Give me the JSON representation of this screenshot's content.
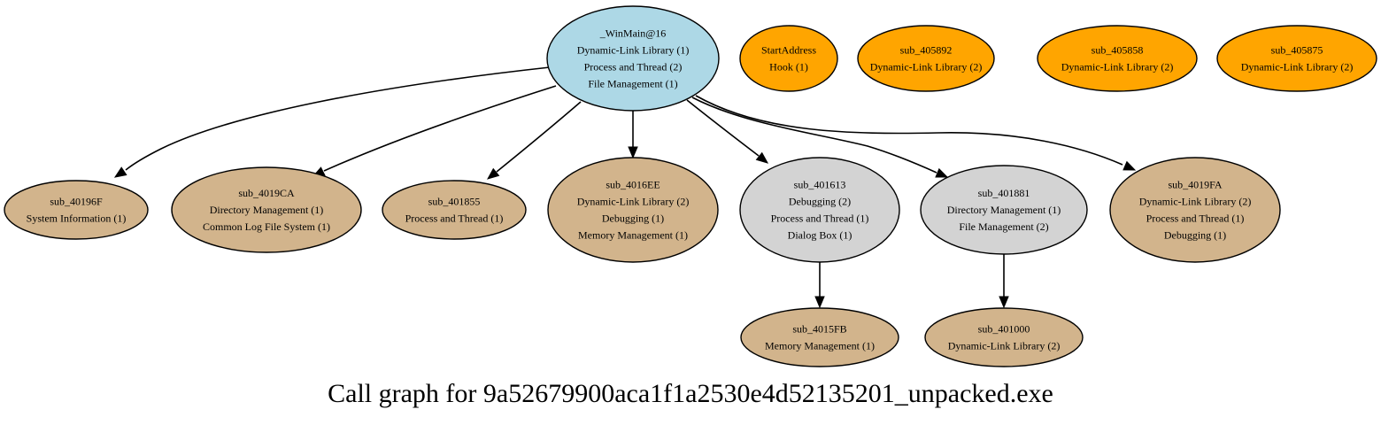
{
  "graph": {
    "title": "Call graph for 9a52679900aca1f1a2530e4d52135201_unpacked.exe",
    "colors": {
      "root": "#add8e6",
      "entry": "#ffa500",
      "leaf": "#d2b48c",
      "intermediate": "#d3d3d3",
      "edge": "#000000"
    },
    "nodes": [
      {
        "id": "_WinMain@16",
        "kind": "root",
        "lines": [
          "_WinMain@16",
          "Dynamic-Link Library (1)",
          "Process and Thread (2)",
          "File Management (1)"
        ]
      },
      {
        "id": "StartAddress",
        "kind": "entry",
        "lines": [
          "StartAddress",
          "Hook (1)"
        ]
      },
      {
        "id": "sub_405892",
        "kind": "entry",
        "lines": [
          "sub_405892",
          "Dynamic-Link Library (2)"
        ]
      },
      {
        "id": "sub_405858",
        "kind": "entry",
        "lines": [
          "sub_405858",
          "Dynamic-Link Library (2)"
        ]
      },
      {
        "id": "sub_405875",
        "kind": "entry",
        "lines": [
          "sub_405875",
          "Dynamic-Link Library (2)"
        ]
      },
      {
        "id": "sub_40196F",
        "kind": "leaf",
        "lines": [
          "sub_40196F",
          "System Information (1)"
        ]
      },
      {
        "id": "sub_4019CA",
        "kind": "leaf",
        "lines": [
          "sub_4019CA",
          "Directory Management (1)",
          "Common Log File System (1)"
        ]
      },
      {
        "id": "sub_401855",
        "kind": "leaf",
        "lines": [
          "sub_401855",
          "Process and Thread (1)"
        ]
      },
      {
        "id": "sub_4016EE",
        "kind": "leaf",
        "lines": [
          "sub_4016EE",
          "Dynamic-Link Library (2)",
          "Debugging (1)",
          "Memory Management (1)"
        ]
      },
      {
        "id": "sub_401613",
        "kind": "intermediate",
        "lines": [
          "sub_401613",
          "Debugging (2)",
          "Process and Thread (1)",
          "Dialog Box (1)"
        ]
      },
      {
        "id": "sub_401881",
        "kind": "intermediate",
        "lines": [
          "sub_401881",
          "Directory Management (1)",
          "File Management (2)"
        ]
      },
      {
        "id": "sub_4019FA",
        "kind": "leaf",
        "lines": [
          "sub_4019FA",
          "Dynamic-Link Library (2)",
          "Process and Thread (1)",
          "Debugging (1)"
        ]
      },
      {
        "id": "sub_4015FB",
        "kind": "leaf",
        "lines": [
          "sub_4015FB",
          "Memory Management (1)"
        ]
      },
      {
        "id": "sub_401000",
        "kind": "leaf",
        "lines": [
          "sub_401000",
          "Dynamic-Link Library (2)"
        ]
      }
    ],
    "edges": [
      {
        "from": "_WinMain@16",
        "to": "sub_40196F"
      },
      {
        "from": "_WinMain@16",
        "to": "sub_4019CA"
      },
      {
        "from": "_WinMain@16",
        "to": "sub_401855"
      },
      {
        "from": "_WinMain@16",
        "to": "sub_4016EE"
      },
      {
        "from": "_WinMain@16",
        "to": "sub_401613"
      },
      {
        "from": "_WinMain@16",
        "to": "sub_401881"
      },
      {
        "from": "_WinMain@16",
        "to": "sub_4019FA"
      },
      {
        "from": "sub_401613",
        "to": "sub_4015FB"
      },
      {
        "from": "sub_401881",
        "to": "sub_401000"
      }
    ]
  }
}
